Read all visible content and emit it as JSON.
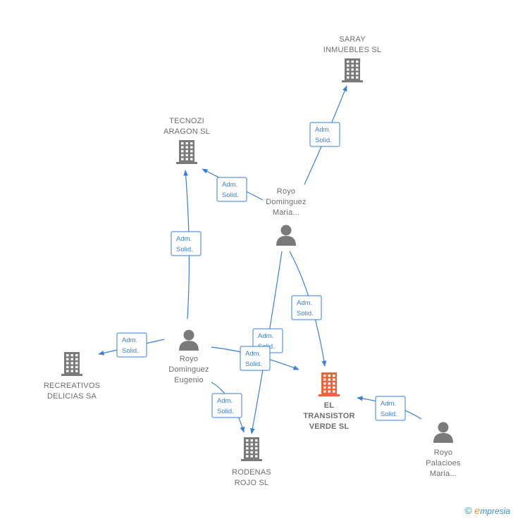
{
  "colors": {
    "edge": "#3a7fd5",
    "node_company": "#7a7a7a",
    "node_main": "#f0633a",
    "node_person": "#7a7a7a",
    "label": "#6d6d6d"
  },
  "nodes": [
    {
      "id": "saray",
      "type": "company",
      "icon": "building-icon",
      "lines": [
        "SARAY",
        "INMUEBLES SL"
      ]
    },
    {
      "id": "tecnozi",
      "type": "company",
      "icon": "building-icon",
      "lines": [
        "TECNOZI",
        "ARAGON  SL"
      ]
    },
    {
      "id": "royo_maria",
      "type": "person",
      "icon": "person-icon",
      "lines": [
        "Royo",
        "Dominguez",
        "Maria..."
      ]
    },
    {
      "id": "royo_eugenio",
      "type": "person",
      "icon": "person-icon",
      "lines": [
        "Royo",
        "Dominguez",
        "Eugenio"
      ]
    },
    {
      "id": "recreativos",
      "type": "company",
      "icon": "building-icon",
      "lines": [
        "RECREATIVOS",
        "DELICIAS SA"
      ]
    },
    {
      "id": "transistor",
      "type": "main",
      "icon": "building-icon",
      "lines": [
        "EL",
        "TRANSISTOR",
        "VERDE  SL"
      ]
    },
    {
      "id": "rodenas",
      "type": "company",
      "icon": "building-icon",
      "lines": [
        "RODENAS",
        "ROJO  SL"
      ]
    },
    {
      "id": "royo_palacioes",
      "type": "person",
      "icon": "person-icon",
      "lines": [
        "Royo",
        "Palacioes",
        "Maria..."
      ]
    }
  ],
  "edges": [
    {
      "from": "royo_maria",
      "to": "saray",
      "label": [
        "Adm.",
        "Solid."
      ]
    },
    {
      "from": "royo_maria",
      "to": "tecnozi",
      "label": [
        "Adm.",
        "Solid."
      ]
    },
    {
      "from": "royo_eugenio",
      "to": "tecnozi",
      "label": [
        "Adm.",
        "Solid."
      ]
    },
    {
      "from": "royo_maria",
      "to": "transistor",
      "label": [
        "Adm.",
        "Solid."
      ]
    },
    {
      "from": "royo_maria",
      "to": "rodenas",
      "label": [
        "Adm.",
        "Solid."
      ]
    },
    {
      "from": "royo_eugenio",
      "to": "recreativos",
      "label": [
        "Adm.",
        "Solid."
      ]
    },
    {
      "from": "royo_eugenio",
      "to": "transistor",
      "label": [
        "Adm.",
        "Solid."
      ]
    },
    {
      "from": "royo_eugenio",
      "to": "rodenas",
      "label": [
        "Adm.",
        "Solid."
      ]
    },
    {
      "from": "royo_palacioes",
      "to": "transistor",
      "label": [
        "Adm.",
        "Solid."
      ]
    }
  ],
  "footer": {
    "copyright": "©",
    "brand_initial": "e",
    "brand_rest": "mpresia"
  }
}
